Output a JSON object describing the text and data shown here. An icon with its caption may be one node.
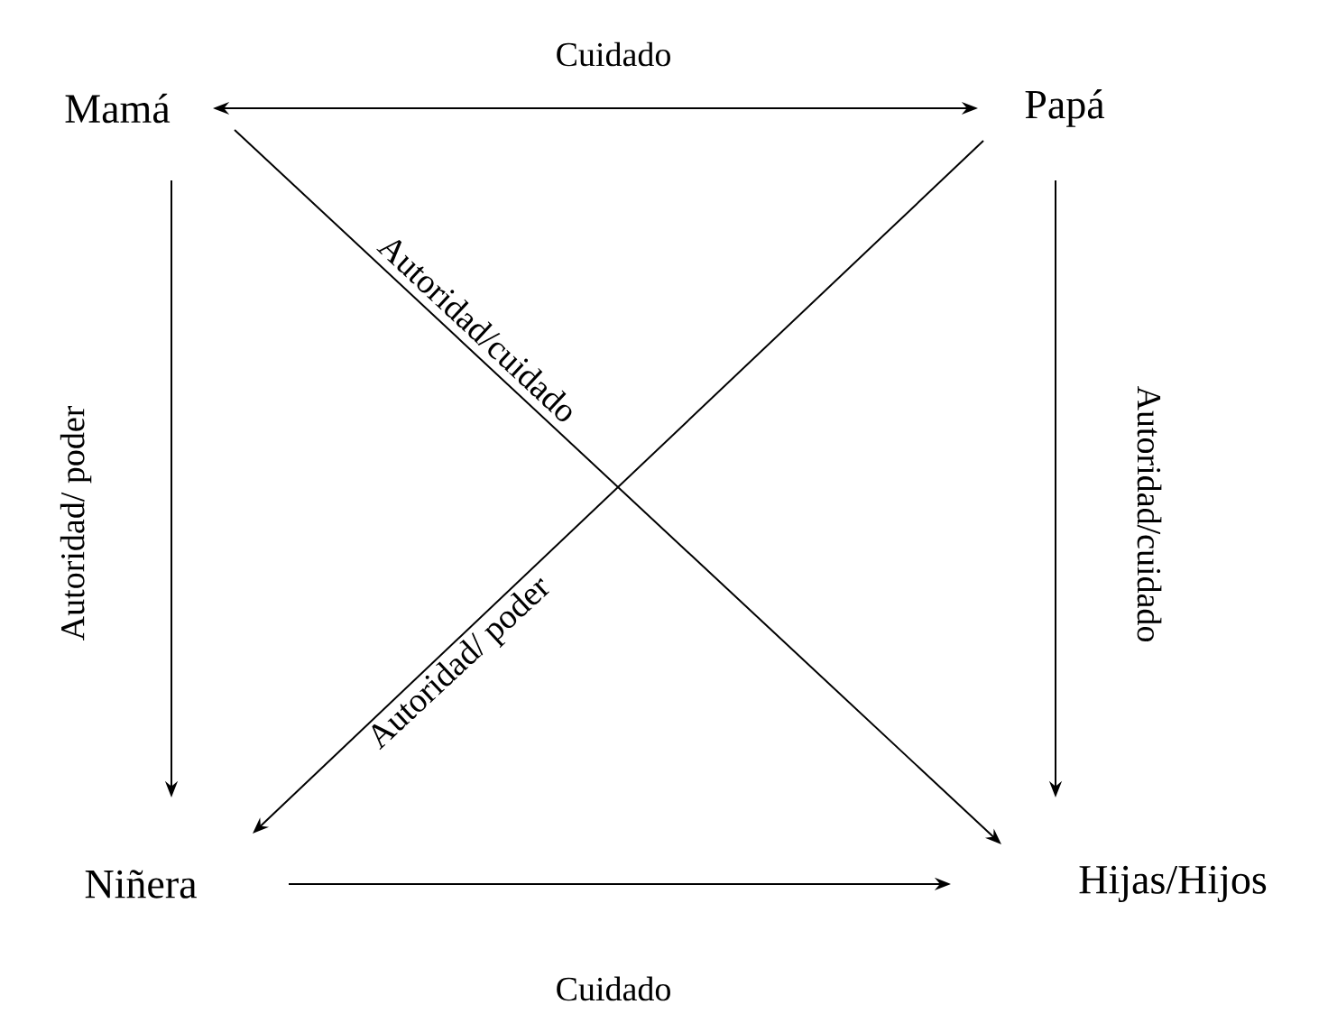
{
  "diagram": {
    "nodes": [
      {
        "text": [
          "Mamá"
        ]
      },
      {
        "text": [
          "Papá"
        ]
      },
      {
        "text": [
          "Niñera"
        ]
      },
      {
        "text": [
          "Hijas/Hijos"
        ]
      }
    ],
    "edges": [
      {
        "from": 0,
        "to": 1,
        "arrow": "both",
        "label": "Cuidado"
      },
      {
        "from": 0,
        "to": 2,
        "arrow": "to",
        "label": "Autoridad/ poder"
      },
      {
        "from": 0,
        "to": 3,
        "arrow": "to",
        "label": "Autoridad/cuidado"
      },
      {
        "from": 1,
        "to": 2,
        "arrow": "to",
        "label": "Autoridad/ poder"
      },
      {
        "from": 1,
        "to": 3,
        "arrow": "to",
        "label": "Autoridad/cuidado"
      },
      {
        "from": 2,
        "to": 3,
        "arrow": "to",
        "label": "Cuidado"
      }
    ]
  }
}
